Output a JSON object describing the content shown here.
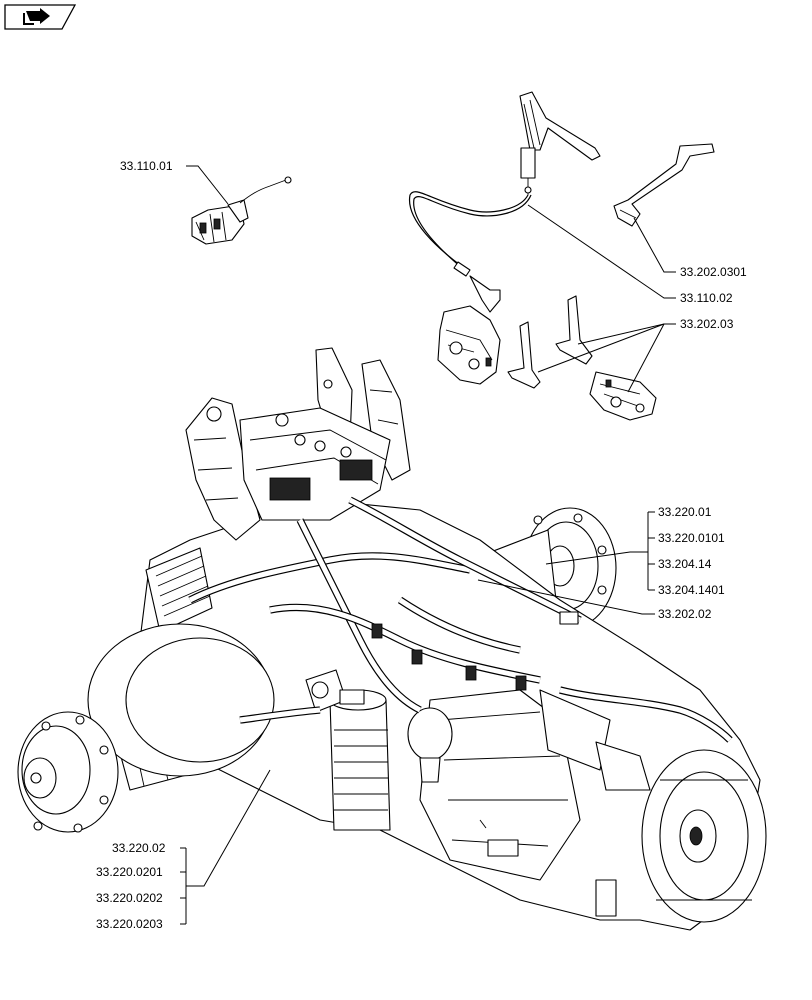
{
  "navigation": {
    "back_button_icon": "arrow-navigation-icon"
  },
  "callouts": {
    "ref_33_110_01": "33.110.01",
    "ref_33_202_0301": "33.202.0301",
    "ref_33_110_02": "33.110.02",
    "ref_33_202_03": "33.202.03",
    "ref_33_220_01": "33.220.01",
    "ref_33_220_0101": "33.220.0101",
    "ref_33_204_14": "33.204.14",
    "ref_33_204_1401": "33.204.1401",
    "ref_33_202_02": "33.202.02",
    "ref_33_220_02": "33.220.02",
    "ref_33_220_0201": "33.220.0201",
    "ref_33_220_0202": "33.220.0202",
    "ref_33_220_0203": "33.220.0203"
  }
}
